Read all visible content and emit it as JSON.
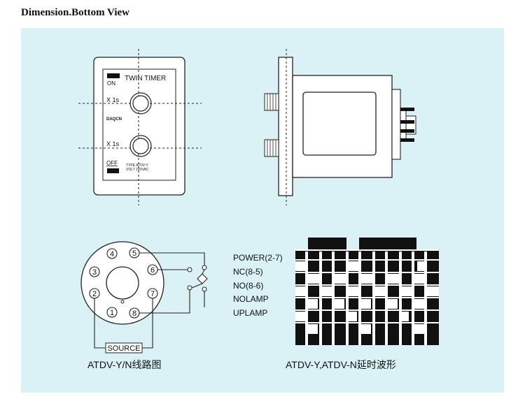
{
  "header": {
    "title": "Dimension.Bottom View"
  },
  "front_view": {
    "title": "TWIN TIMER",
    "on_label": "ON",
    "off_label": "OFF",
    "dial_top_label": "X 1s",
    "dial_bottom_label": "X 1s",
    "brand": "DAQCN",
    "type_line": "TYPE ATDV-Y",
    "volt_line": "VOLT 220VAC"
  },
  "wiring": {
    "pins": [
      "1",
      "2",
      "3",
      "4",
      "5",
      "6",
      "7",
      "8"
    ],
    "source_label": "SOURCE",
    "caption": "ATDV-Y/N线路图"
  },
  "waveform": {
    "labels": [
      "POWER(2-7)",
      "NC(8-5)",
      "NO(8-6)",
      "NOLAMP",
      "UPLAMP"
    ],
    "caption": "ATDV-Y,ATDV-N延时波形"
  },
  "colors": {
    "panel": "#daf1f5",
    "ink": "#111111"
  }
}
